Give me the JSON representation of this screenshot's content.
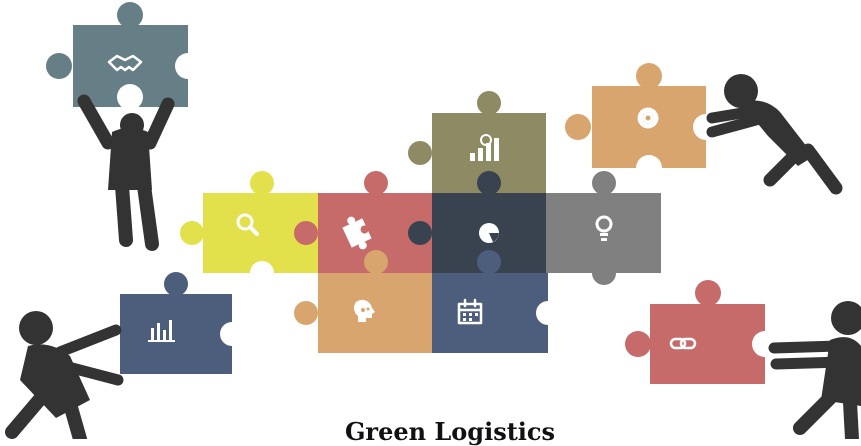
{
  "caption": "Green Logistics",
  "colors": {
    "figure": "#333333",
    "slate": "#667f86",
    "olive": "#8e8a63",
    "tan": "#d9a56f",
    "yellow": "#e3e14b",
    "rose": "#c76a6a",
    "navy": "#39434f",
    "gray": "#808080",
    "blue": "#4c5e7b",
    "icon": "#ffffff"
  },
  "pieces": [
    {
      "id": "handshake",
      "color": "slate",
      "icon": "handshake-icon"
    },
    {
      "id": "growth",
      "color": "olive",
      "icon": "growth-chart-icon"
    },
    {
      "id": "gear",
      "color": "tan",
      "icon": "gear-icon"
    },
    {
      "id": "search",
      "color": "yellow",
      "icon": "search-icon"
    },
    {
      "id": "puzzle",
      "color": "rose",
      "icon": "puzzle-icon"
    },
    {
      "id": "pie",
      "color": "navy",
      "icon": "pie-chart-icon"
    },
    {
      "id": "bulb",
      "color": "gray",
      "icon": "lightbulb-icon"
    },
    {
      "id": "brain",
      "color": "tan",
      "icon": "brain-icon"
    },
    {
      "id": "calendar",
      "color": "blue",
      "icon": "calendar-icon"
    },
    {
      "id": "barchart",
      "color": "blue",
      "icon": "bar-chart-icon"
    },
    {
      "id": "link",
      "color": "rose",
      "icon": "link-icon"
    }
  ]
}
